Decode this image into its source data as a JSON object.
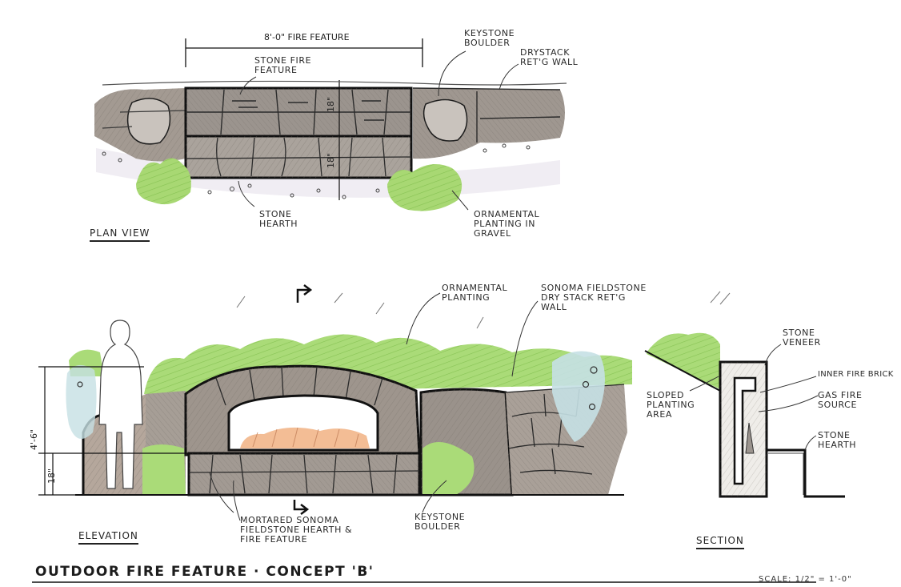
{
  "drawing": {
    "title": "OUTDOOR FIRE FEATURE · CONCEPT 'B'",
    "scale": "SCALE: 1/2\" = 1'-0\""
  },
  "plan_view": {
    "title": "PLAN VIEW",
    "dimension": "8'-0\" FIRE FEATURE",
    "depth_dims": [
      "18\"",
      "18\""
    ],
    "labels": {
      "stone_fire_feature": [
        "STONE FIRE",
        "FEATURE"
      ],
      "keystone_boulder": [
        "KEYSTONE",
        "BOULDER"
      ],
      "drystack_wall": [
        "DRYSTACK",
        "RET'G WALL"
      ],
      "stone_hearth": [
        "STONE",
        "HEARTH"
      ],
      "ornamental_planting": [
        "ORNAMENTAL",
        "PLANTING IN",
        "GRAVEL"
      ]
    }
  },
  "elevation": {
    "title": "ELEVATION",
    "height_dims": [
      "4'-6\"",
      "18\""
    ],
    "labels": {
      "ornamental_planting": [
        "ORNAMENTAL",
        "PLANTING"
      ],
      "fieldstone_wall": [
        "SONOMA FIELDSTONE",
        "DRY STACK RET'G",
        "WALL"
      ],
      "mortared_hearth": [
        "MORTARED SONOMA",
        "FIELDSTONE HEARTH &",
        "FIRE FEATURE"
      ],
      "keystone_boulder": [
        "KEYSTONE",
        "BOULDER"
      ]
    }
  },
  "section": {
    "title": "SECTION",
    "labels": {
      "stone_veneer": [
        "STONE",
        "VENEER"
      ],
      "inner_fire_brick": [
        "INNER FIRE BRICK"
      ],
      "gas_fire_source": [
        "GAS FIRE",
        "SOURCE"
      ],
      "stone_hearth": [
        "STONE",
        "HEARTH"
      ],
      "sloped_planting": [
        "SLOPED",
        "PLANTING",
        "AREA"
      ]
    }
  },
  "colors": {
    "stone": "#8f8a86",
    "stone_light": "#b5afa9",
    "stone_warm": "#a39a92",
    "planting": "#9ed36a",
    "fire": "#f2b68a",
    "water_blue": "#c5e0e4",
    "ink": "#1e1e1e"
  }
}
